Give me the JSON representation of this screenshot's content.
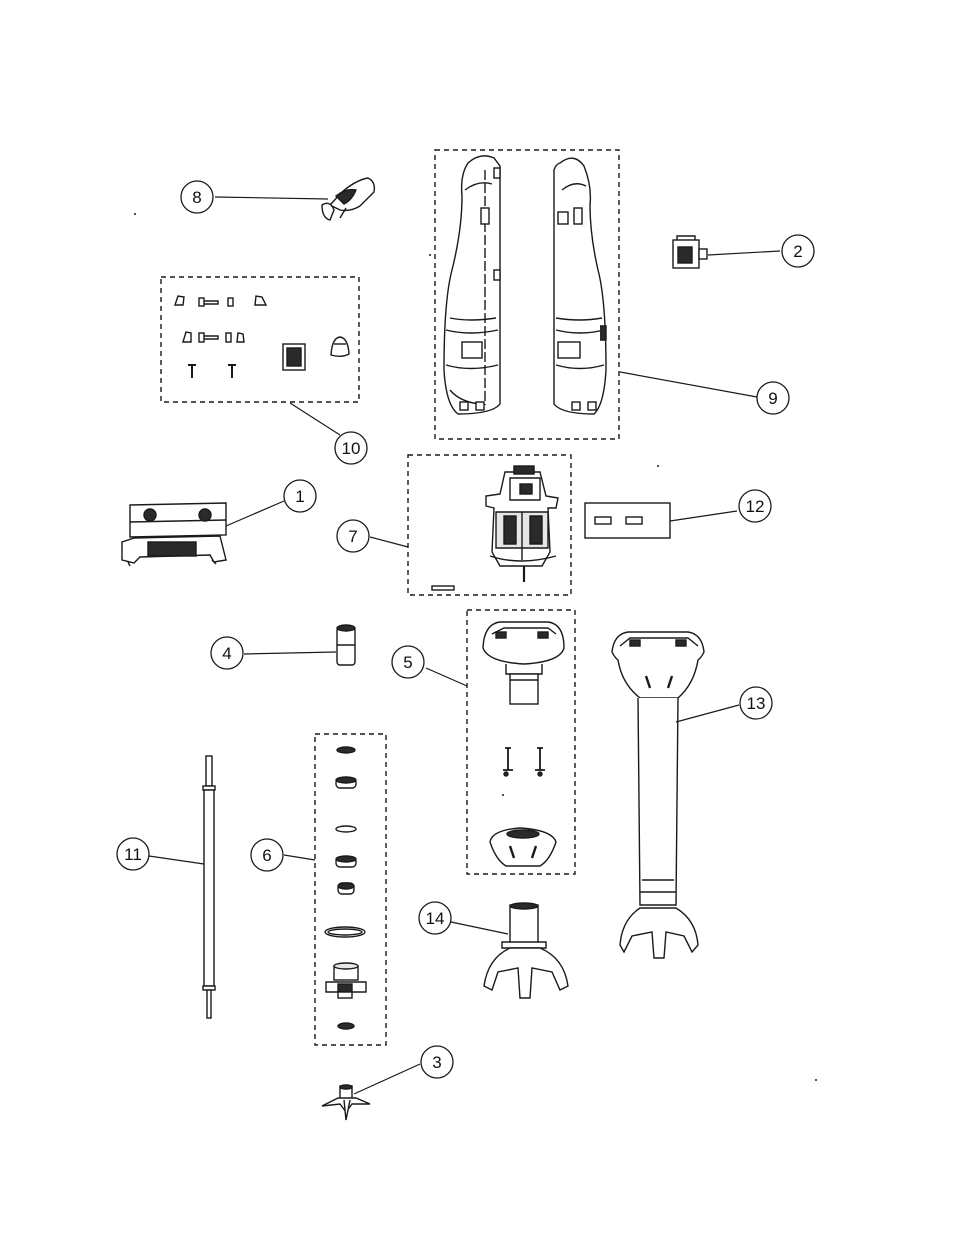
{
  "diagram": {
    "parts": [
      {
        "id": "p1",
        "label": "1"
      },
      {
        "id": "p2",
        "label": "2"
      },
      {
        "id": "p3",
        "label": "3"
      },
      {
        "id": "p4",
        "label": "4"
      },
      {
        "id": "p5",
        "label": "5"
      },
      {
        "id": "p6",
        "label": "6"
      },
      {
        "id": "p7",
        "label": "7"
      },
      {
        "id": "p8",
        "label": "8"
      },
      {
        "id": "p9",
        "label": "9"
      },
      {
        "id": "p10",
        "label": "10"
      },
      {
        "id": "p11",
        "label": "11"
      },
      {
        "id": "p12",
        "label": "12"
      },
      {
        "id": "p13",
        "label": "13"
      },
      {
        "id": "p14",
        "label": "14"
      }
    ],
    "colors": {
      "line": "#1a1a1a",
      "paper": "#ffffff",
      "fill_dark": "#2a2a2a",
      "fill_light": "#e6e6e6"
    }
  }
}
